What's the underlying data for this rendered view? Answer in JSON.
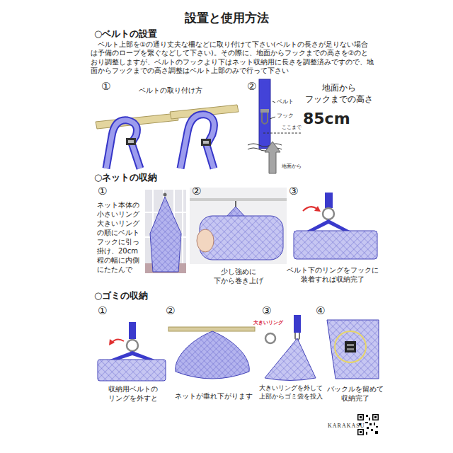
{
  "diagram": {
    "title": "設置と使用方法",
    "labels": [
      "○ベルトの設置",
      "ベルト上部を①の通り丈夫な柵などに取り付けて下さい(ベルトの長さが足りない場合は予備のロープを繋ぐなどして下さい)。その際に、地面からフックまでの高さを②のとおり調整しますが、ベルトのフックより下はネット収納用に長さを調整済みですので、地面からフックまでの高さ調整はベルト上部のみで行って下さい",
      "①",
      "ベルトの取り付け方",
      "②",
      "ベルト",
      "フック",
      "ここまで",
      "地面から フックまでの高さ",
      "85cm",
      "地面から",
      "○ネットの収納",
      "①",
      "②",
      "③",
      "ネット本体の小さいリング大きいリングの順にベルトフックに引っ掛け、20cm程の幅に内側にたたんで",
      "少し強めに 下から巻き上げ",
      "ベルト下のリングをフックに 装着すれば収納完了",
      "○ゴミの収納",
      "①",
      "②",
      "③",
      "④",
      "収納用ベルトの リングを外すと",
      "ネットが垂れ下がります",
      "大きいリング",
      "大きいリングを外して 上部からゴミ袋を投入",
      "バックルを留めて 収納完了",
      "KARAKASU"
    ]
  }
}
